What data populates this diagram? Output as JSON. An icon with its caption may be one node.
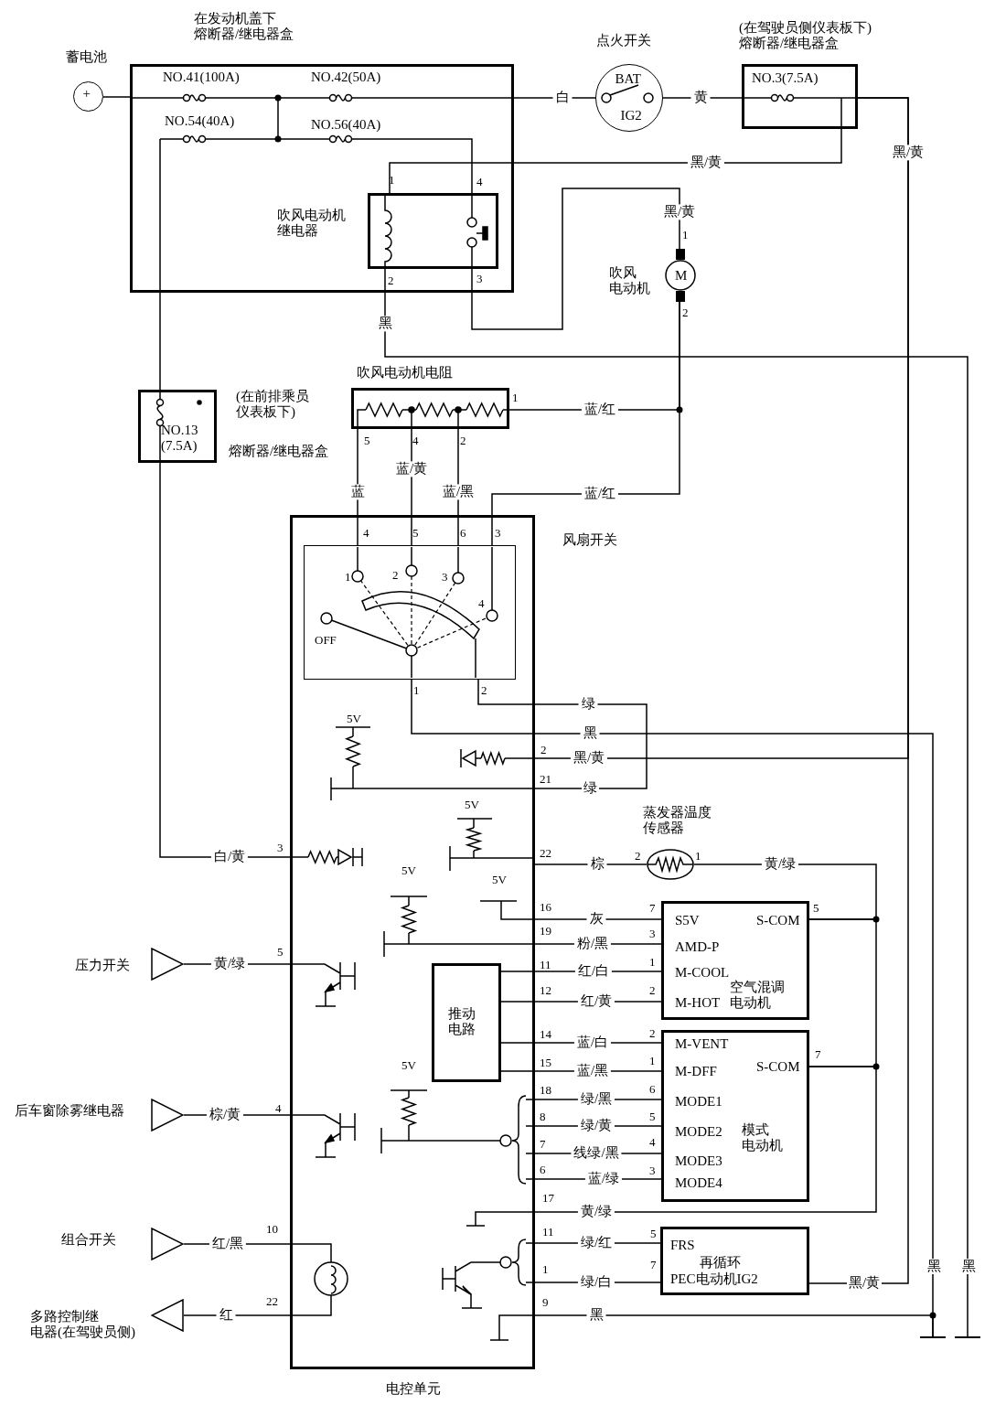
{
  "diagram": {
    "nodes": [
      {
        "text": [
          "NO.41(100A)",
          "NO.42(50A)",
          "NO.54(40A)",
          "NO.56(40A)"
        ],
        "beside": [
          "在发动机盖下熔断器/继电器盒"
        ]
      },
      {
        "text": [],
        "shape": "box",
        "in": 0,
        "beside": [
          "吹风电动机继电器"
        ]
      },
      {
        "text": [
          "+"
        ],
        "beside": [
          "蓄电池"
        ]
      },
      {
        "text": [
          "BAT",
          "IG2"
        ],
        "beside": [
          "点火开关"
        ]
      },
      {
        "text": [
          "NO.3(7.5A)"
        ],
        "beside": [
          "(在驾驶员侧仪表板下)熔断器/继电器盒"
        ]
      },
      {
        "text": [
          "M"
        ],
        "beside": [
          "吹风电动机"
        ]
      },
      {
        "text": [],
        "shape": "box",
        "beside": [
          "吹风电动机电阻"
        ]
      },
      {
        "text": [
          "NO.13 (7.5A)"
        ],
        "beside": [
          "(在前排乘员仪表板下)",
          "熔断器/继电器盒"
        ]
      },
      {
        "text": [],
        "shape": "box",
        "beside": [
          "电控单元"
        ]
      },
      {
        "text": [],
        "shape": "box",
        "in": 8,
        "beside": [
          "风扇开关"
        ]
      },
      {
        "text": [
          "推动电路"
        ],
        "in": 8
      },
      {
        "text": [],
        "shape": "oval",
        "beside": [
          "蒸发器温度传感器"
        ]
      },
      {
        "text": [
          "S5V",
          "S-COM",
          "AMD-P",
          "M-COOL",
          "M-HOT",
          "空气混调电动机"
        ]
      },
      {
        "text": [
          "M-VENT",
          "M-DFF",
          "S-COM",
          "MODE1",
          "MODE2",
          "模式电动机",
          "MODE3",
          "MODE4"
        ]
      },
      {
        "text": [
          "FRS",
          "再循环",
          "PEC电动机IG2"
        ]
      },
      {
        "text": [],
        "shape": "triangle",
        "beside": [
          "压力开关"
        ]
      },
      {
        "text": [],
        "shape": "triangle",
        "beside": [
          "后车窗除雾继电器"
        ]
      },
      {
        "text": [],
        "shape": "triangle",
        "beside": [
          "组合开关"
        ]
      },
      {
        "text": [],
        "shape": "triangle",
        "beside": [
          "多路控制继电器(在驾驶员侧)"
        ]
      },
      {
        "text": [],
        "shape": "ground"
      },
      {
        "text": [],
        "shape": "ground"
      }
    ],
    "edges": [
      {
        "from": 2,
        "to": 0,
        "arrow": "none"
      },
      {
        "from": 0,
        "to": 3,
        "arrow": "none",
        "label": "白"
      },
      {
        "from": 3,
        "to": 4,
        "arrow": "none",
        "label": "黄"
      },
      {
        "from": 4,
        "to": 1,
        "arrow": "none",
        "label": "黑/黄"
      },
      {
        "from": 4,
        "to": 14,
        "arrow": "none",
        "label": "黑/黄"
      },
      {
        "from": 1,
        "to": 5,
        "arrow": "none",
        "label": "黑/黄"
      },
      {
        "from": 1,
        "to": 20,
        "arrow": "none",
        "label": "黑"
      },
      {
        "from": 5,
        "to": 6,
        "arrow": "none",
        "label": "蓝/红"
      },
      {
        "from": 5,
        "to": 9,
        "arrow": "none",
        "label": "蓝/红"
      },
      {
        "from": 6,
        "to": 9,
        "arrow": "none",
        "label": "蓝"
      },
      {
        "from": 6,
        "to": 9,
        "arrow": "none",
        "label": "蓝/黄"
      },
      {
        "from": 6,
        "to": 9,
        "arrow": "none",
        "label": "蓝/黑"
      },
      {
        "from": 0,
        "to": 7,
        "arrow": "none"
      },
      {
        "from": 7,
        "to": 8,
        "arrow": "none",
        "label": "白/黄"
      },
      {
        "from": 9,
        "to": 8,
        "arrow": "none",
        "label": "绿"
      },
      {
        "from": 9,
        "to": 19,
        "arrow": "none",
        "label": "黑"
      },
      {
        "from": 8,
        "to": 4,
        "arrow": "none",
        "label": "黑/黄"
      },
      {
        "from": 8,
        "to": 11,
        "arrow": "none",
        "label": "棕"
      },
      {
        "from": 11,
        "to": 12,
        "arrow": "none",
        "label": "黄/绿"
      },
      {
        "from": 12,
        "to": 13,
        "arrow": "none"
      },
      {
        "from": 13,
        "to": 8,
        "arrow": "none",
        "label": "黄/绿"
      },
      {
        "from": 8,
        "to": 12,
        "arrow": "none",
        "label": "灰"
      },
      {
        "from": 8,
        "to": 12,
        "arrow": "none",
        "label": "粉/黑"
      },
      {
        "from": 8,
        "to": 12,
        "arrow": "none",
        "label": "红/白"
      },
      {
        "from": 8,
        "to": 12,
        "arrow": "none",
        "label": "红/黄"
      },
      {
        "from": 8,
        "to": 13,
        "arrow": "none",
        "label": "蓝/白"
      },
      {
        "from": 8,
        "to": 13,
        "arrow": "none",
        "label": "蓝/黑"
      },
      {
        "from": 8,
        "to": 13,
        "arrow": "none",
        "label": "绿/黑"
      },
      {
        "from": 8,
        "to": 13,
        "arrow": "none",
        "label": "绿/黄"
      },
      {
        "from": 8,
        "to": 13,
        "arrow": "none",
        "label": "线绿/黑"
      },
      {
        "from": 8,
        "to": 13,
        "arrow": "none",
        "label": "蓝/绿"
      },
      {
        "from": 8,
        "to": 14,
        "arrow": "none",
        "label": "绿/红"
      },
      {
        "from": 8,
        "to": 14,
        "arrow": "none",
        "label": "绿/白"
      },
      {
        "from": 8,
        "to": 19,
        "arrow": "none",
        "label": "黑"
      },
      {
        "from": 15,
        "to": 8,
        "arrow": "none",
        "label": "黄/绿"
      },
      {
        "from": 16,
        "to": 8,
        "arrow": "none",
        "label": "棕/黄"
      },
      {
        "from": 17,
        "to": 8,
        "arrow": "none",
        "label": "红/黑"
      },
      {
        "from": 8,
        "to": 18,
        "arrow": "none",
        "label": "红"
      }
    ],
    "labels": [
      "1",
      "4",
      "2",
      "3",
      "1",
      "2",
      "1",
      "5",
      "4",
      "2",
      "4",
      "5",
      "6",
      "3",
      "1",
      "2",
      "3",
      "4",
      "OFF",
      "1",
      "2",
      "5V",
      "2",
      "21",
      "5V",
      "3",
      "22",
      "2",
      "1",
      "5V",
      "5V",
      "16",
      "7",
      "5",
      "19",
      "3",
      "5",
      "11",
      "1",
      "12",
      "2",
      "14",
      "2",
      "7",
      "15",
      "1",
      "5V",
      "18",
      "6",
      "4",
      "8",
      "5",
      "7",
      "4",
      "6",
      "3",
      "17",
      "10",
      "11",
      "5",
      "黑",
      "黑",
      "7",
      "1",
      "黑/黄",
      "22",
      "9",
      "绿"
    ]
  }
}
